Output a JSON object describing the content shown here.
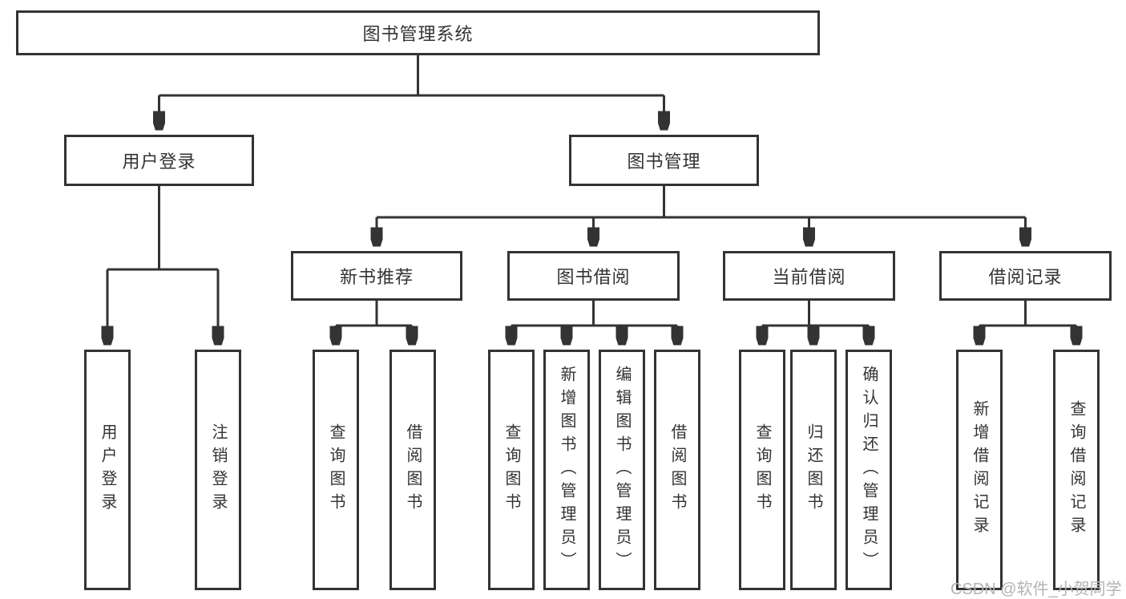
{
  "diagram": {
    "title": "图书管理系统",
    "level2": [
      "用户登录",
      "图书管理"
    ],
    "level3": [
      "新书推荐",
      "图书借阅",
      "当前借阅",
      "借阅记录"
    ],
    "leaves": {
      "login": [
        "用户登录",
        "注销登录"
      ],
      "recommend": [
        "查询图书",
        "借阅图书"
      ],
      "borrow": [
        "查询图书",
        "新增图书（管理员）",
        "编辑图书（管理员）",
        "借阅图书"
      ],
      "current": [
        "查询图书",
        "归还图书",
        "确认归还（管理员）"
      ],
      "records": [
        "新增借阅记录",
        "查询借阅记录"
      ]
    }
  },
  "watermark": {
    "text": "CSDN @软件_小贺同学",
    "color": "#b3b3b3"
  },
  "colors": {
    "line": "#333333",
    "box_border": "#333333",
    "box_fill": "#ffffff",
    "text": "#333333",
    "background": "#ffffff"
  }
}
